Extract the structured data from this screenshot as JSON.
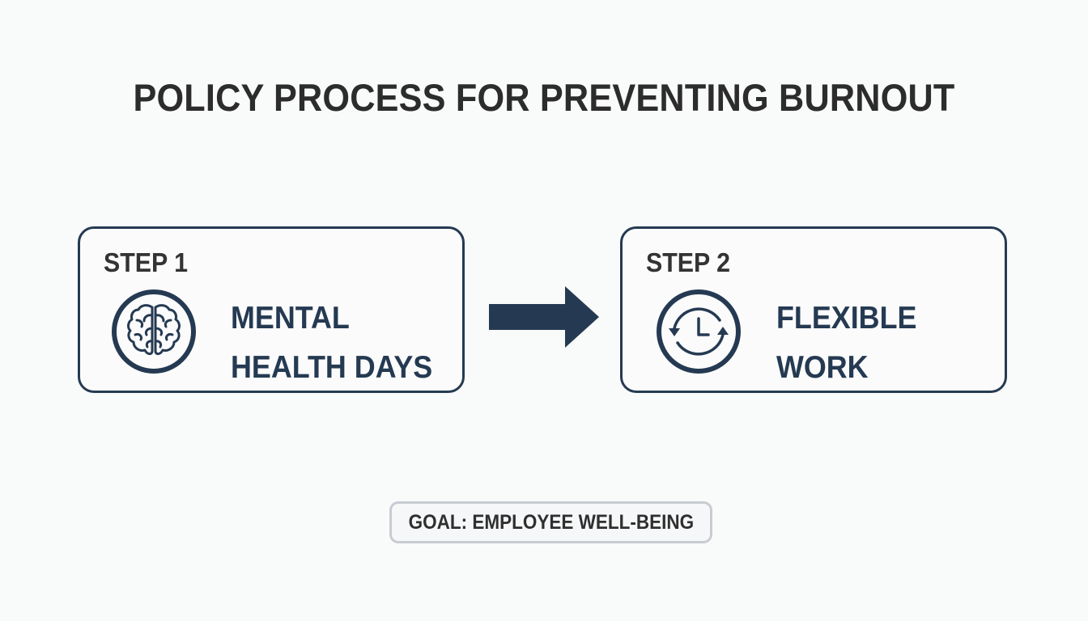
{
  "title": "POLICY PROCESS FOR PREVENTING BURNOUT",
  "colors": {
    "navy": "#253a52",
    "text": "#2f2f2f",
    "badge_border": "#c8ccd2",
    "background": "#f9fafa"
  },
  "steps": [
    {
      "label": "STEP 1",
      "line1": "MENTAL",
      "line2": "HEALTH DAYS",
      "icon": "brain-icon"
    },
    {
      "label": "STEP 2",
      "line1": "FLEXIBLE",
      "line2": "WORK",
      "icon": "clock-cycle-icon"
    }
  ],
  "connector_icon": "arrow-right-icon",
  "goal": "GOAL: EMPLOYEE WELL-BEING"
}
